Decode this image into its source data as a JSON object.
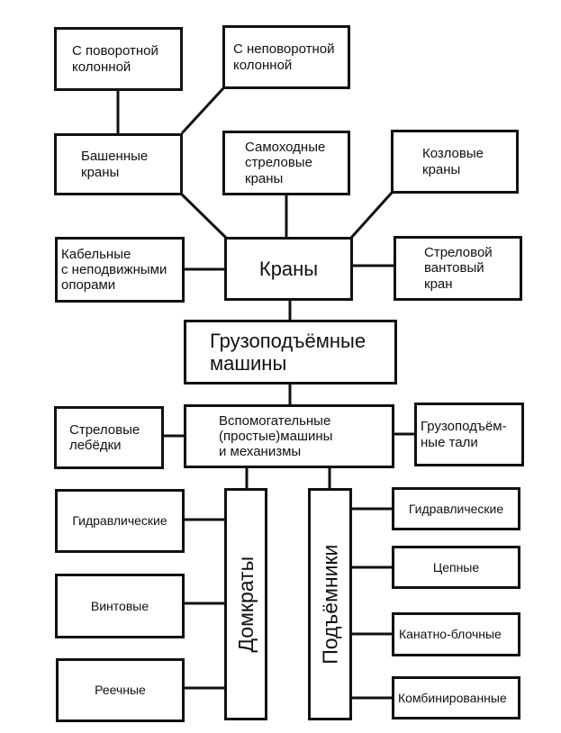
{
  "title": "Грузоподъёмные машины",
  "nodes": {
    "turning_column": "С поворотной\nколонной",
    "fixed_column": "С неповоротной\nколонной",
    "tower_cranes": "Башенные\nкраны",
    "self_propelled": "Самоходные\nстреловые\nкраны",
    "gantry": "Козловые\nкраны",
    "cable": "Кабельные\nс неподвижными\nопорами",
    "cranes": "Краны",
    "guyed_boom": "Стреловой\nвантовый\nкран",
    "lifting_machines": "Грузоподъёмные\nмашины",
    "boom_winches": "Стреловые\nлебёдки",
    "auxiliary": "Вспомогательные\n(простые)машины\nи механизмы",
    "hoists": "Грузоподъём-\nные тали",
    "jacks": "Домкраты",
    "lifts": "Подъёмники",
    "jack_hydraulic": "Гидравлические",
    "jack_screw": "Винтовые",
    "jack_rack": "Реечные",
    "lift_hydraulic": "Гидравлические",
    "lift_chain": "Цепные",
    "lift_rope_block": "Канатно-блочные",
    "lift_combined": "Комбинированные"
  },
  "edges": [
    [
      "turning_column",
      "tower_cranes"
    ],
    [
      "fixed_column",
      "tower_cranes"
    ],
    [
      "tower_cranes",
      "cranes"
    ],
    [
      "self_propelled",
      "cranes"
    ],
    [
      "gantry",
      "cranes"
    ],
    [
      "cable",
      "cranes"
    ],
    [
      "guyed_boom",
      "cranes"
    ],
    [
      "cranes",
      "lifting_machines"
    ],
    [
      "lifting_machines",
      "auxiliary"
    ],
    [
      "boom_winches",
      "auxiliary"
    ],
    [
      "hoists",
      "auxiliary"
    ],
    [
      "auxiliary",
      "jacks"
    ],
    [
      "auxiliary",
      "lifts"
    ],
    [
      "jack_hydraulic",
      "jacks"
    ],
    [
      "jack_screw",
      "jacks"
    ],
    [
      "jack_rack",
      "jacks"
    ],
    [
      "lift_hydraulic",
      "lifts"
    ],
    [
      "lift_chain",
      "lifts"
    ],
    [
      "lift_rope_block",
      "lifts"
    ],
    [
      "lift_combined",
      "lifts"
    ]
  ]
}
